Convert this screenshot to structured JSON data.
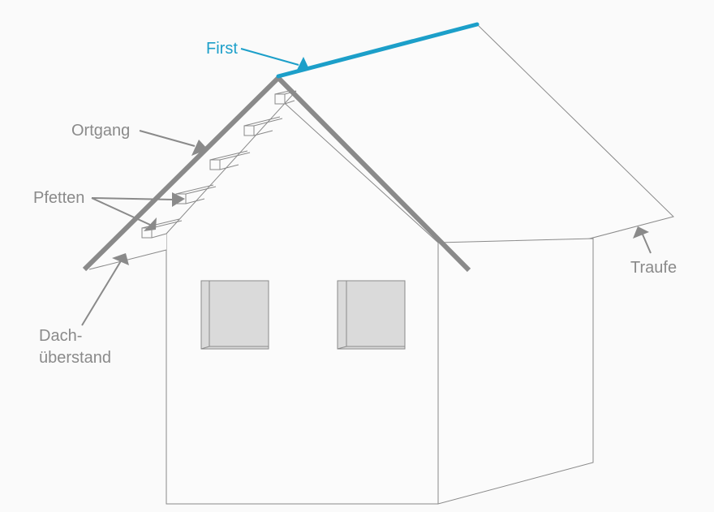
{
  "diagram": {
    "subject": "house-roof-terminology",
    "colors": {
      "background": "#fafafa",
      "line": "#888888",
      "thick_edge": "#8a8a8a",
      "ridge": "#1c9fc9",
      "window_fill": "#dadada",
      "label_gray": "#8a8a8a",
      "label_blue": "#1c9fc9"
    },
    "labels": {
      "first": "First",
      "ortgang": "Ortgang",
      "pfetten": "Pfetten",
      "dachueberstand_line1": "Dach-",
      "dachueberstand_line2": "überstand",
      "traufe": "Traufe"
    }
  }
}
